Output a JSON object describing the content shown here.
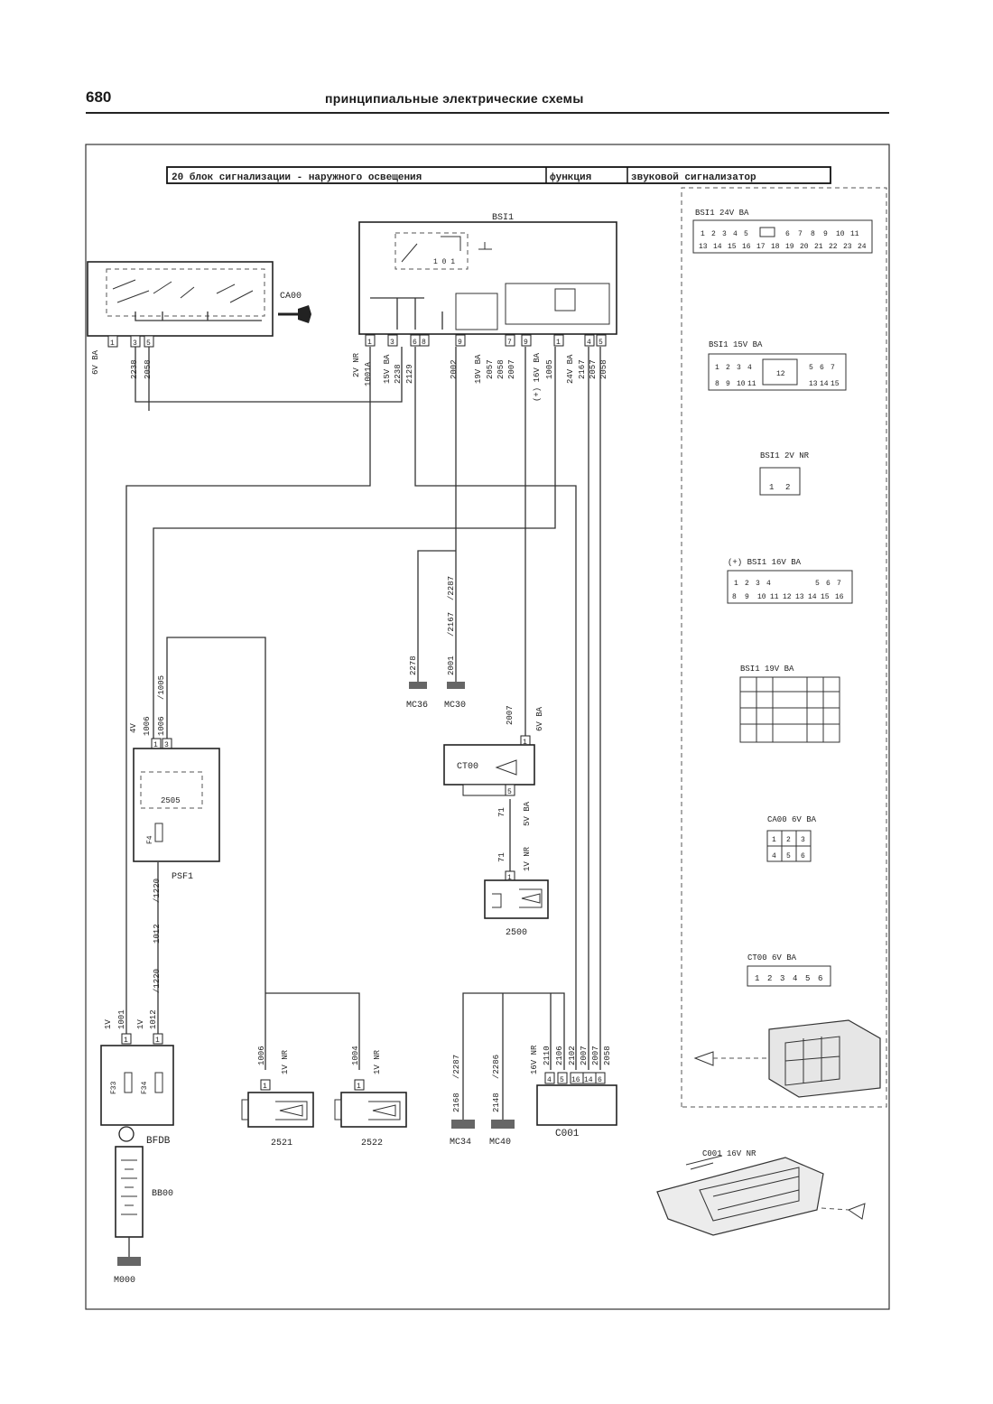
{
  "header": {
    "page_number": "680",
    "title": "принципиальные электрические схемы"
  },
  "title_bar": {
    "block": "20 блок сигнализации - наружного освещения",
    "function_label": "функция",
    "function_value": "звуковой сигнализатор"
  },
  "components": {
    "bsi": "BSI1",
    "switch_connector": "CA00",
    "fusebox": "PSF1",
    "fusebox_relay": "2505",
    "fusebox_fuse": "F4",
    "horn_controller": "CT00",
    "horn_main": "2500",
    "horn_left": "2521",
    "horn_right": "2522",
    "battery_fusebox": "BFDB",
    "battery": "BB00",
    "diagnostic": "C001",
    "fuse_f33": "F33",
    "fuse_f34": "F34",
    "grounds": [
      "MC36",
      "MC30",
      "MC34",
      "MC40",
      "M000"
    ]
  },
  "wire_labels": {
    "ca00_conn": "6V BA",
    "ca00_w1": "2238",
    "ca00_w2": "2058",
    "bsi_c1": "2V NR",
    "bsi_c1_w": "1001A",
    "bsi_c2": "15V BA",
    "bsi_c2_w1": "2238",
    "bsi_c2_w2": "2129",
    "bsi_w3": "2002",
    "bsi_c3": "19V BA",
    "bsi_c3_w1": "2057",
    "bsi_c3_w2": "2058",
    "bsi_c3_w3": "2007",
    "bsi_c4": "(+) 16V BA",
    "bsi_c4_w": "1005",
    "bsi_c5": "24V BA",
    "bsi_c5_w1": "2167",
    "bsi_c5_w2": "2057",
    "bsi_c5_w3": "2058",
    "gnd_w1": "2278",
    "gnd_w2": "2001",
    "gnd_w3": "/2167",
    "gnd_w4": "/2287",
    "ct00_conn": "6V BA",
    "ct00_w": "2007",
    "ct00_out": "5V BA",
    "ct00_out_w": "71",
    "horn_conn": "1V NR",
    "horn_w": "71",
    "psf_conn": "4V",
    "psf_w1": "1006",
    "psf_w2": "1006",
    "psf_w3": "/1005",
    "psf_out_w1": "/1220",
    "psf_out_w2": "1012",
    "bfdb_conn1": "1V",
    "bfdb_w1": "1001",
    "bfdb_conn2": "1V",
    "bfdb_w2": "1012",
    "bfdb_w3": "/1220",
    "h2521_w": "1006",
    "h2521_conn": "1V NR",
    "h2522_w": "1004",
    "h2522_conn": "1V NR",
    "mc34_w1": "2168",
    "mc34_w2": "/2287",
    "mc40_w1": "2148",
    "mc40_w2": "/2286",
    "c001_conn": "16V NR",
    "c001_w1": "2110",
    "c001_w2": "2106",
    "c001_w3": "2102",
    "c001_w4": "2007",
    "c001_w5": "2007",
    "c001_w6": "2058"
  },
  "pin_numbers": {
    "ca00": [
      "1",
      "3",
      "5"
    ],
    "bsi": [
      "1",
      "3",
      "6",
      "8",
      "9",
      "7",
      "9",
      "1",
      "4",
      "5"
    ],
    "psf_top": [
      "1",
      "3"
    ],
    "ct00_top": [
      "1"
    ],
    "ct00_bot": [
      "5"
    ],
    "horn_main": [
      "1"
    ],
    "bfdb": [
      "1",
      "1"
    ],
    "h2521": [
      "1"
    ],
    "h2522": [
      "1"
    ],
    "c001": [
      "4",
      "5",
      "16",
      "14",
      "6"
    ]
  },
  "connector_panel": {
    "bsi_24v": "BSI1 24V BA",
    "bsi_24v_pins_top": [
      "1",
      "2",
      "3",
      "4",
      "5",
      "",
      "6",
      "7",
      "8",
      "9",
      "10",
      "11"
    ],
    "bsi_24v_pins_bot": [
      "13",
      "14",
      "15",
      "16",
      "17",
      "18",
      "19",
      "20",
      "21",
      "22",
      "23",
      "24"
    ],
    "bsi_15v": "BSI1 15V BA",
    "bsi_15v_pins_top": [
      "1",
      "2",
      "3",
      "4",
      "",
      "5",
      "6",
      "7"
    ],
    "bsi_15v_pins_bot": [
      "8",
      "9",
      "10",
      "11",
      "12",
      "13",
      "14",
      "15"
    ],
    "bsi_2v": "BSI1 2V NR",
    "bsi_2v_pins": [
      "1",
      "2"
    ],
    "bsi_16v": "(+) BSI1 16V BA",
    "bsi_16v_pins_top": [
      "1",
      "2",
      "3",
      "4",
      "",
      "5",
      "6",
      "7"
    ],
    "bsi_16v_pins_bot": [
      "8",
      "9",
      "10",
      "11",
      "12",
      "13",
      "14",
      "15",
      "16"
    ],
    "bsi_19v": "BSI1 19V BA",
    "ca00_6v": "CA00 6V BA",
    "ca00_pins": [
      "1",
      "2",
      "3",
      "4",
      "5",
      "6"
    ],
    "ct00_6v": "CT00 6V BA",
    "ct00_pins": [
      "1",
      "2",
      "3",
      "4",
      "5",
      "6"
    ],
    "c001_16v": "C001 16V NR"
  }
}
